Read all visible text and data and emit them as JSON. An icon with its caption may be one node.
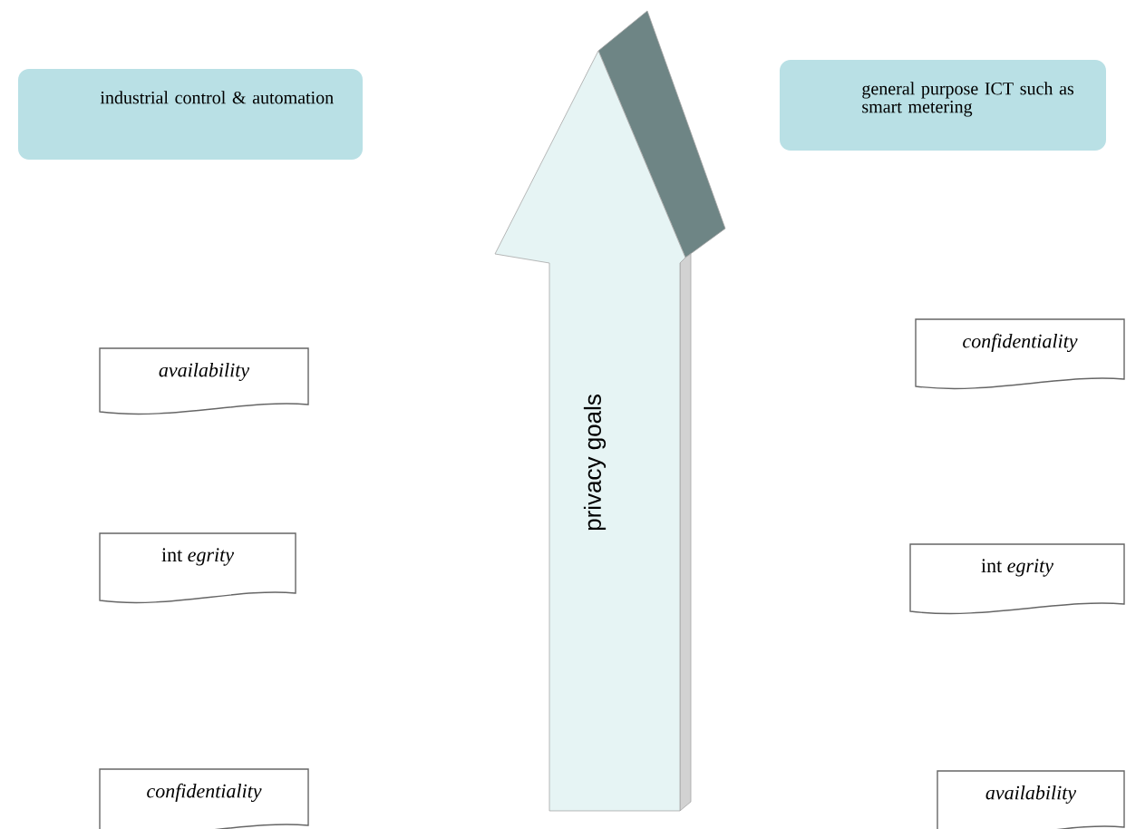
{
  "diagram": {
    "nodes": [
      {
        "text": [
          "industrial control & automation"
        ]
      },
      {
        "text": [
          "general purpose ICT such as smart metering"
        ]
      },
      {
        "text": [
          "privacy goals"
        ]
      },
      {
        "text": [
          "*availability*"
        ]
      },
      {
        "text": [
          "int *egrity*"
        ]
      },
      {
        "text": [
          "*confidentiality*"
        ]
      },
      {
        "text": [
          "*confidentiality*"
        ]
      },
      {
        "text": [
          "int *egrity*"
        ]
      },
      {
        "text": [
          "*availability*"
        ]
      }
    ],
    "edges": []
  }
}
